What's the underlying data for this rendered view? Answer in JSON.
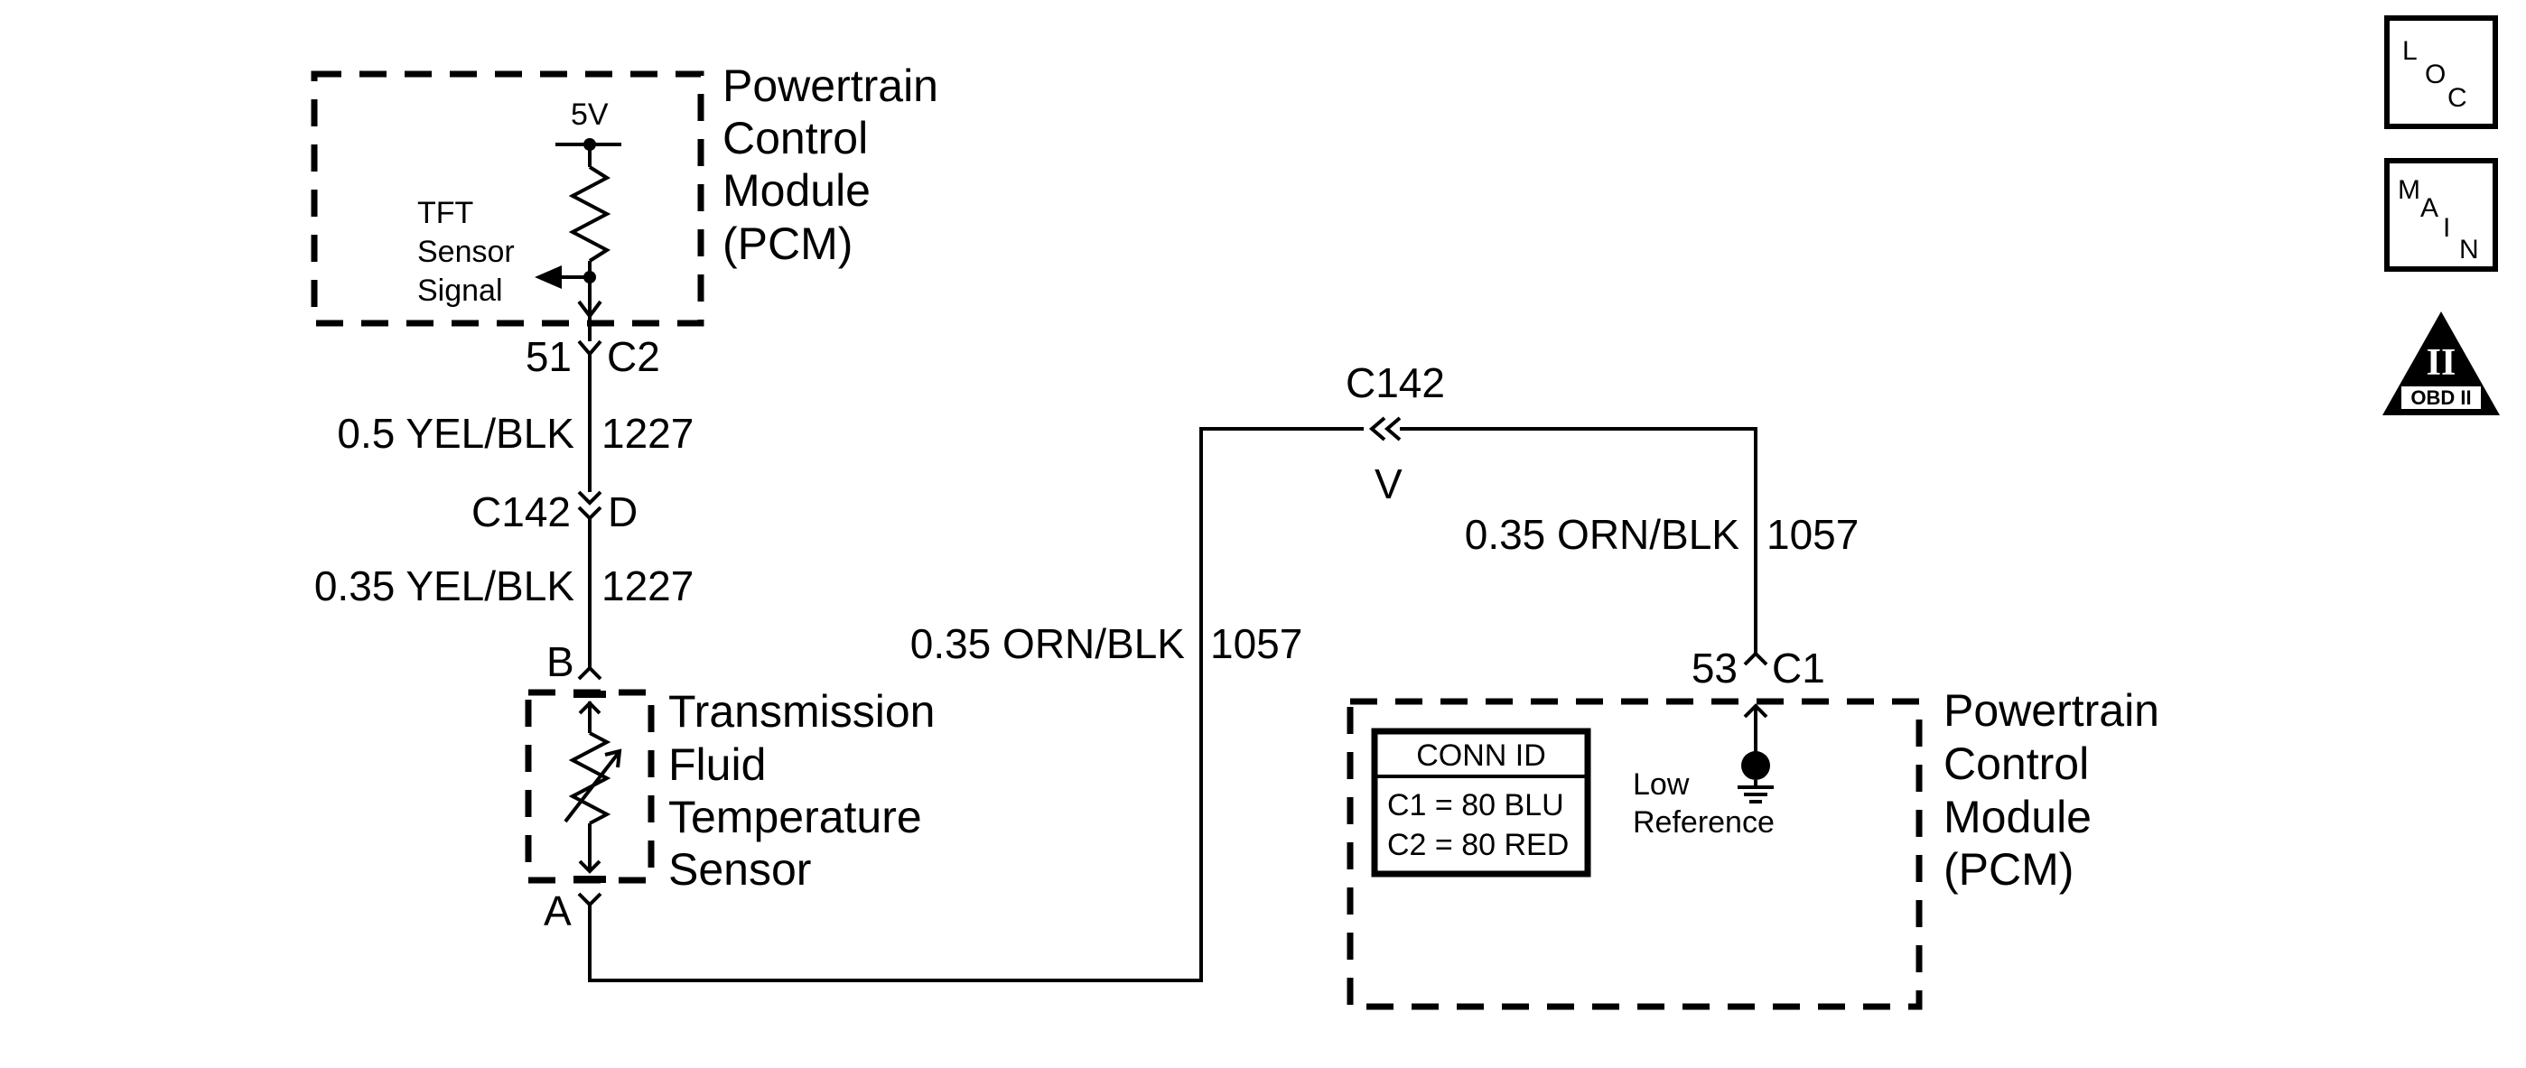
{
  "pcm_top": {
    "title_lines": [
      "Powertrain",
      "Control",
      "Module",
      "(PCM)"
    ],
    "voltage": "5V",
    "signal_lines": [
      "TFT",
      "Sensor",
      "Signal"
    ],
    "pin": "51",
    "connector": "C2"
  },
  "wire_a": {
    "gauge_color": "0.5 YEL/BLK",
    "circuit": "1227"
  },
  "inline_connector_d": {
    "connector": "C142",
    "pin": "D"
  },
  "wire_b": {
    "gauge_color": "0.35 YEL/BLK",
    "circuit": "1227"
  },
  "sensor": {
    "pin_top": "B",
    "pin_bottom": "A",
    "name_lines": [
      "Transmission",
      "Fluid",
      "Temperature",
      "Sensor"
    ]
  },
  "wire_c": {
    "gauge_color": "0.35 ORN/BLK",
    "circuit": "1057"
  },
  "inline_connector_v": {
    "connector": "C142",
    "pin": "V"
  },
  "wire_d": {
    "gauge_color": "0.35 ORN/BLK",
    "circuit": "1057"
  },
  "pcm_bottom": {
    "pin": "53",
    "connector": "C1",
    "title_lines": [
      "Powertrain",
      "Control",
      "Module",
      "(PCM)"
    ],
    "low_ref_lines": [
      "Low",
      "Reference"
    ],
    "conn_id": {
      "header": "CONN ID",
      "rows": [
        "C1 = 80 BLU",
        "C2 = 80 RED"
      ]
    }
  },
  "side_icons": {
    "loc": {
      "letters": [
        "L",
        "O",
        "C"
      ]
    },
    "main": {
      "letters": [
        "M",
        "A",
        "I",
        "N"
      ]
    },
    "obd": {
      "numeral": "II",
      "caption": "OBD II"
    }
  }
}
